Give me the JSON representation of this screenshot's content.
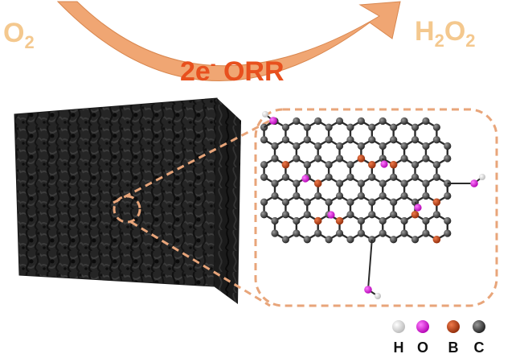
{
  "reaction": {
    "reactant_main": "O",
    "reactant_sub": "2",
    "product_h": "H",
    "product_h_sub": "2",
    "product_o": "O",
    "product_o_sub": "2",
    "process_main": "2e",
    "process_sup": "-",
    "process_rest": " ORR"
  },
  "legend": [
    {
      "symbol": "H",
      "color": "#f2f2f2"
    },
    {
      "symbol": "O",
      "color": "#d81fd8"
    },
    {
      "symbol": "B",
      "color": "#b8380e"
    },
    {
      "symbol": "C",
      "color": "#555555"
    }
  ],
  "colors": {
    "arrow": "#f0a673",
    "label_light": "#f4c88e",
    "orr_text": "#e8501e",
    "callout": "#e8a57a",
    "bond": "#2b2b2b",
    "foam": "#242424"
  }
}
